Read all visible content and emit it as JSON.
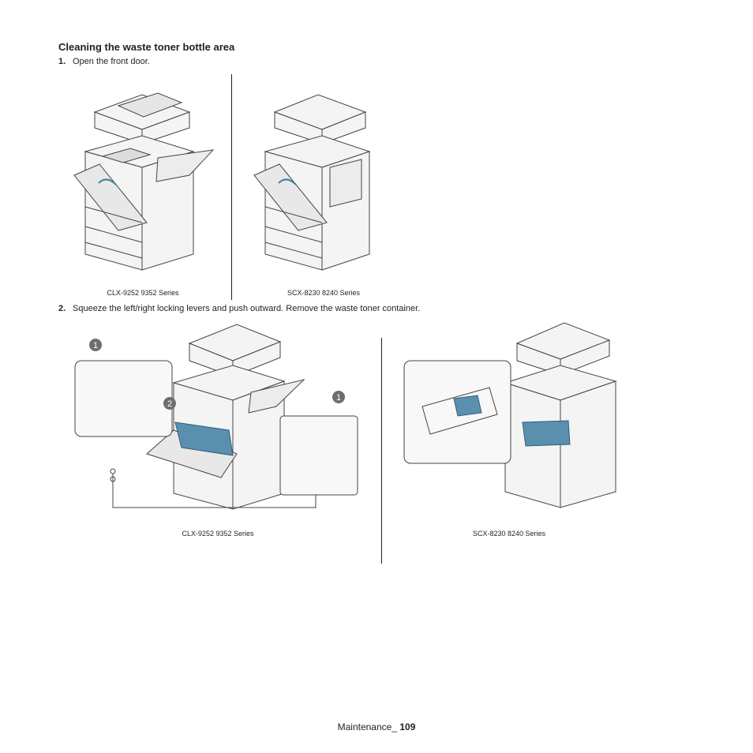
{
  "section": {
    "heading": "Cleaning the waste toner bottle area"
  },
  "steps": [
    {
      "number": "1.",
      "text": "Open the front door."
    },
    {
      "number": "2.",
      "text": "Squeeze the left/right locking levers and push outward. Remove the waste toner container."
    }
  ],
  "figures": {
    "step1_left_caption": "CLX-9252 9352 Series",
    "step1_right_caption": "SCX-8230 8240 Series",
    "step2_left_caption": "CLX-9252 9352 Series",
    "step2_right_caption": "SCX-8230 8240 Series",
    "callouts": [
      "1",
      "2",
      "1"
    ]
  },
  "footer": {
    "section_label": "Maintenance_ ",
    "page_number": "109"
  }
}
